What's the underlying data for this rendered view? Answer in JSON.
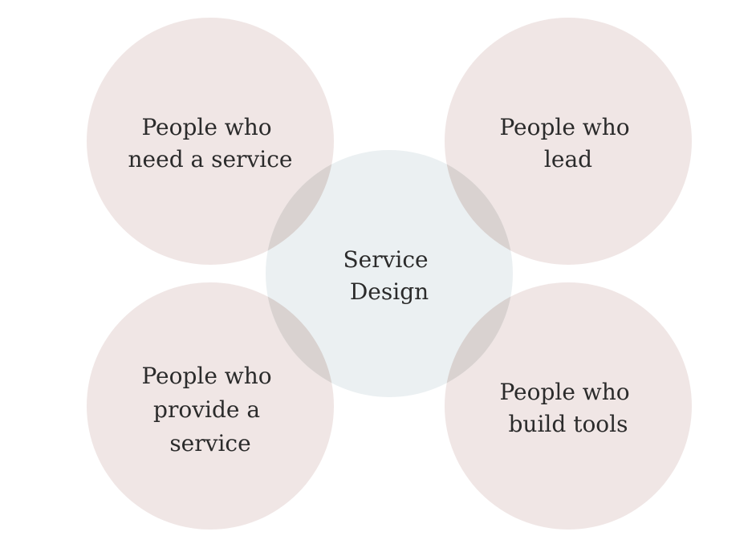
{
  "diagram": {
    "colors": {
      "outer_fill": "#efe4e3",
      "center_fill": "#e6ecee",
      "text": "#2b2b2b",
      "background": "#ffffff"
    },
    "circles": [
      {
        "id": "top-left",
        "lines": [
          "People who",
          "need a service"
        ]
      },
      {
        "id": "top-right",
        "lines": [
          "People who",
          "lead"
        ]
      },
      {
        "id": "bottom-left",
        "lines": [
          "People who",
          "provide a",
          "service"
        ]
      },
      {
        "id": "bottom-right",
        "lines": [
          "People who",
          "build tools"
        ]
      },
      {
        "id": "center",
        "lines": [
          "Service",
          "Design"
        ]
      }
    ]
  }
}
